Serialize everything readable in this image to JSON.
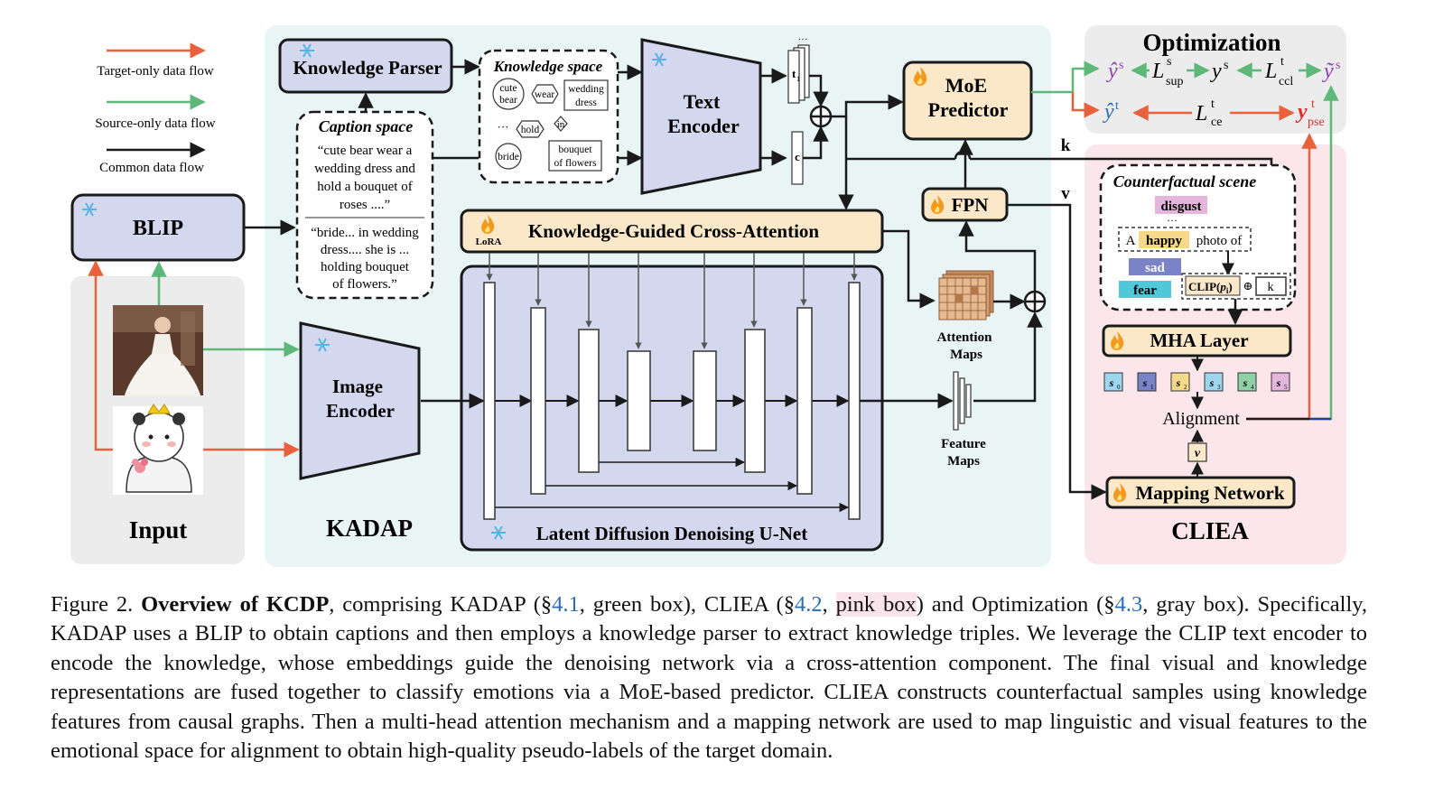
{
  "legend": {
    "target_only": "Target-only data flow",
    "source_only": "Source-only data flow",
    "common": "Common data flow"
  },
  "colors": {
    "target": "#e8603c",
    "source": "#5fb87a",
    "common": "#1a1a1a",
    "kadap_bg": "#e9f4f4",
    "cliea_bg": "#fbe6ec",
    "opt_bg": "#ececec",
    "input_bg": "#ececec",
    "module_fill": "#d4d8ef",
    "trainable_fill": "#fbe8c8",
    "fire_icon": "#f39a1e",
    "snowflake_icon": "#5ab3e6"
  },
  "input": {
    "label": "Input",
    "blip": "BLIP"
  },
  "kadap": {
    "label": "KADAP",
    "knowledge_parser": "Knowledge Parser",
    "caption_space": {
      "title": "Caption space",
      "caption1": [
        "“cute bear wear a",
        "wedding dress and",
        "hold a bouquet of",
        "roses ....”"
      ],
      "caption2": [
        "“bride... in wedding",
        "dress.... she is ...",
        "holding bouquet",
        "of flowers.”"
      ]
    },
    "knowledge_space": {
      "title": "Knowledge space",
      "nodes": {
        "cute_bear": [
          "cute",
          "bear"
        ],
        "wear": "wear",
        "wedding_dress": [
          "wedding",
          "dress"
        ],
        "dots": "···",
        "hold": "hold",
        "in": "in",
        "bride": "bride",
        "bouquet": [
          "bouquet",
          "of flowers"
        ]
      }
    },
    "text_encoder": [
      "Text",
      "Encoder"
    ],
    "image_encoder": [
      "Image",
      "Encoder"
    ],
    "token_t": "t",
    "token_t_sub": "1",
    "token_t_extra": "···",
    "token_c": "c",
    "cross_attention": "Knowledge-Guided Cross-Attention",
    "lora": "LoRA",
    "unet": "Latent Diffusion Denoising U-Net",
    "attention_maps": [
      "Attention",
      "Maps"
    ],
    "feature_maps": [
      "Feature",
      "Maps"
    ],
    "fpn": "FPN",
    "moe": [
      "MoE",
      "Predictor"
    ],
    "k": "k",
    "v": "v"
  },
  "optimization": {
    "title": "Optimization",
    "y_hat": "ŷ",
    "y": "y",
    "y_tilde": "ỹ",
    "L": "L",
    "sup_s": "s",
    "sup_t": "t",
    "sub_sup": "sup",
    "sub_ccl": "ccl",
    "sub_ce": "ce",
    "sub_pse": "pse",
    "arrow_left": "⟵",
    "arrow_right": "⟶"
  },
  "cliea": {
    "label": "CLIEA",
    "scene_title": "Counterfactual scene",
    "disgust": "disgust",
    "dots": "···",
    "prompt_a": "A",
    "happy": "happy",
    "photo_of": "photo of",
    "sad": "sad",
    "fear": "fear",
    "clip": "CLIP(",
    "clip_p": "p",
    "clip_sub": "i",
    "clip_close": ")",
    "oplus": "⊕",
    "k": "k",
    "mha": "MHA Layer",
    "s_tokens": [
      {
        "main": "s",
        "sub": "0",
        "color": "#9fd6ef"
      },
      {
        "main": "s",
        "sub": "1",
        "color": "#7a83c8"
      },
      {
        "main": "s",
        "sub": "2",
        "color": "#f5d88a"
      },
      {
        "main": "s",
        "sub": "3",
        "color": "#9fd6ef"
      },
      {
        "main": "s",
        "sub": "4",
        "color": "#8fd1a6"
      },
      {
        "main": "s",
        "sub": "5",
        "color": "#e4b6dd"
      }
    ],
    "alignment": "Alignment",
    "v": "v",
    "mapping": "Mapping Network"
  },
  "caption": {
    "prefix": "Figure 2. ",
    "bold": "Overview of KCDP",
    "t1": ", comprising KADAP (§",
    "r1": "4.1",
    "t2": ", green box), CLIEA (§",
    "r2": "4.2",
    "t3": ", ",
    "pink": "pink box",
    "t4": ") and Optimization (§",
    "r3": "4.3",
    "t5": ", ",
    "gray": "gray box",
    "t6": "). Specifically, KADAP uses a BLIP to obtain captions and then employs a knowledge parser to extract knowledge triples. We leverage the CLIP text encoder to encode the knowledge, whose embeddings guide the denoising network via a cross-attention component. The final visual and knowledge representations are fused together to classify emotions via a MoE-based predictor. CLIEA constructs counterfactual samples using knowledge features from causal graphs. Then a multi-head attention mechanism and a mapping network are used to map linguistic and visual features to the emotional space for alignment to obtain high-quality pseudo-labels of the target domain."
  }
}
